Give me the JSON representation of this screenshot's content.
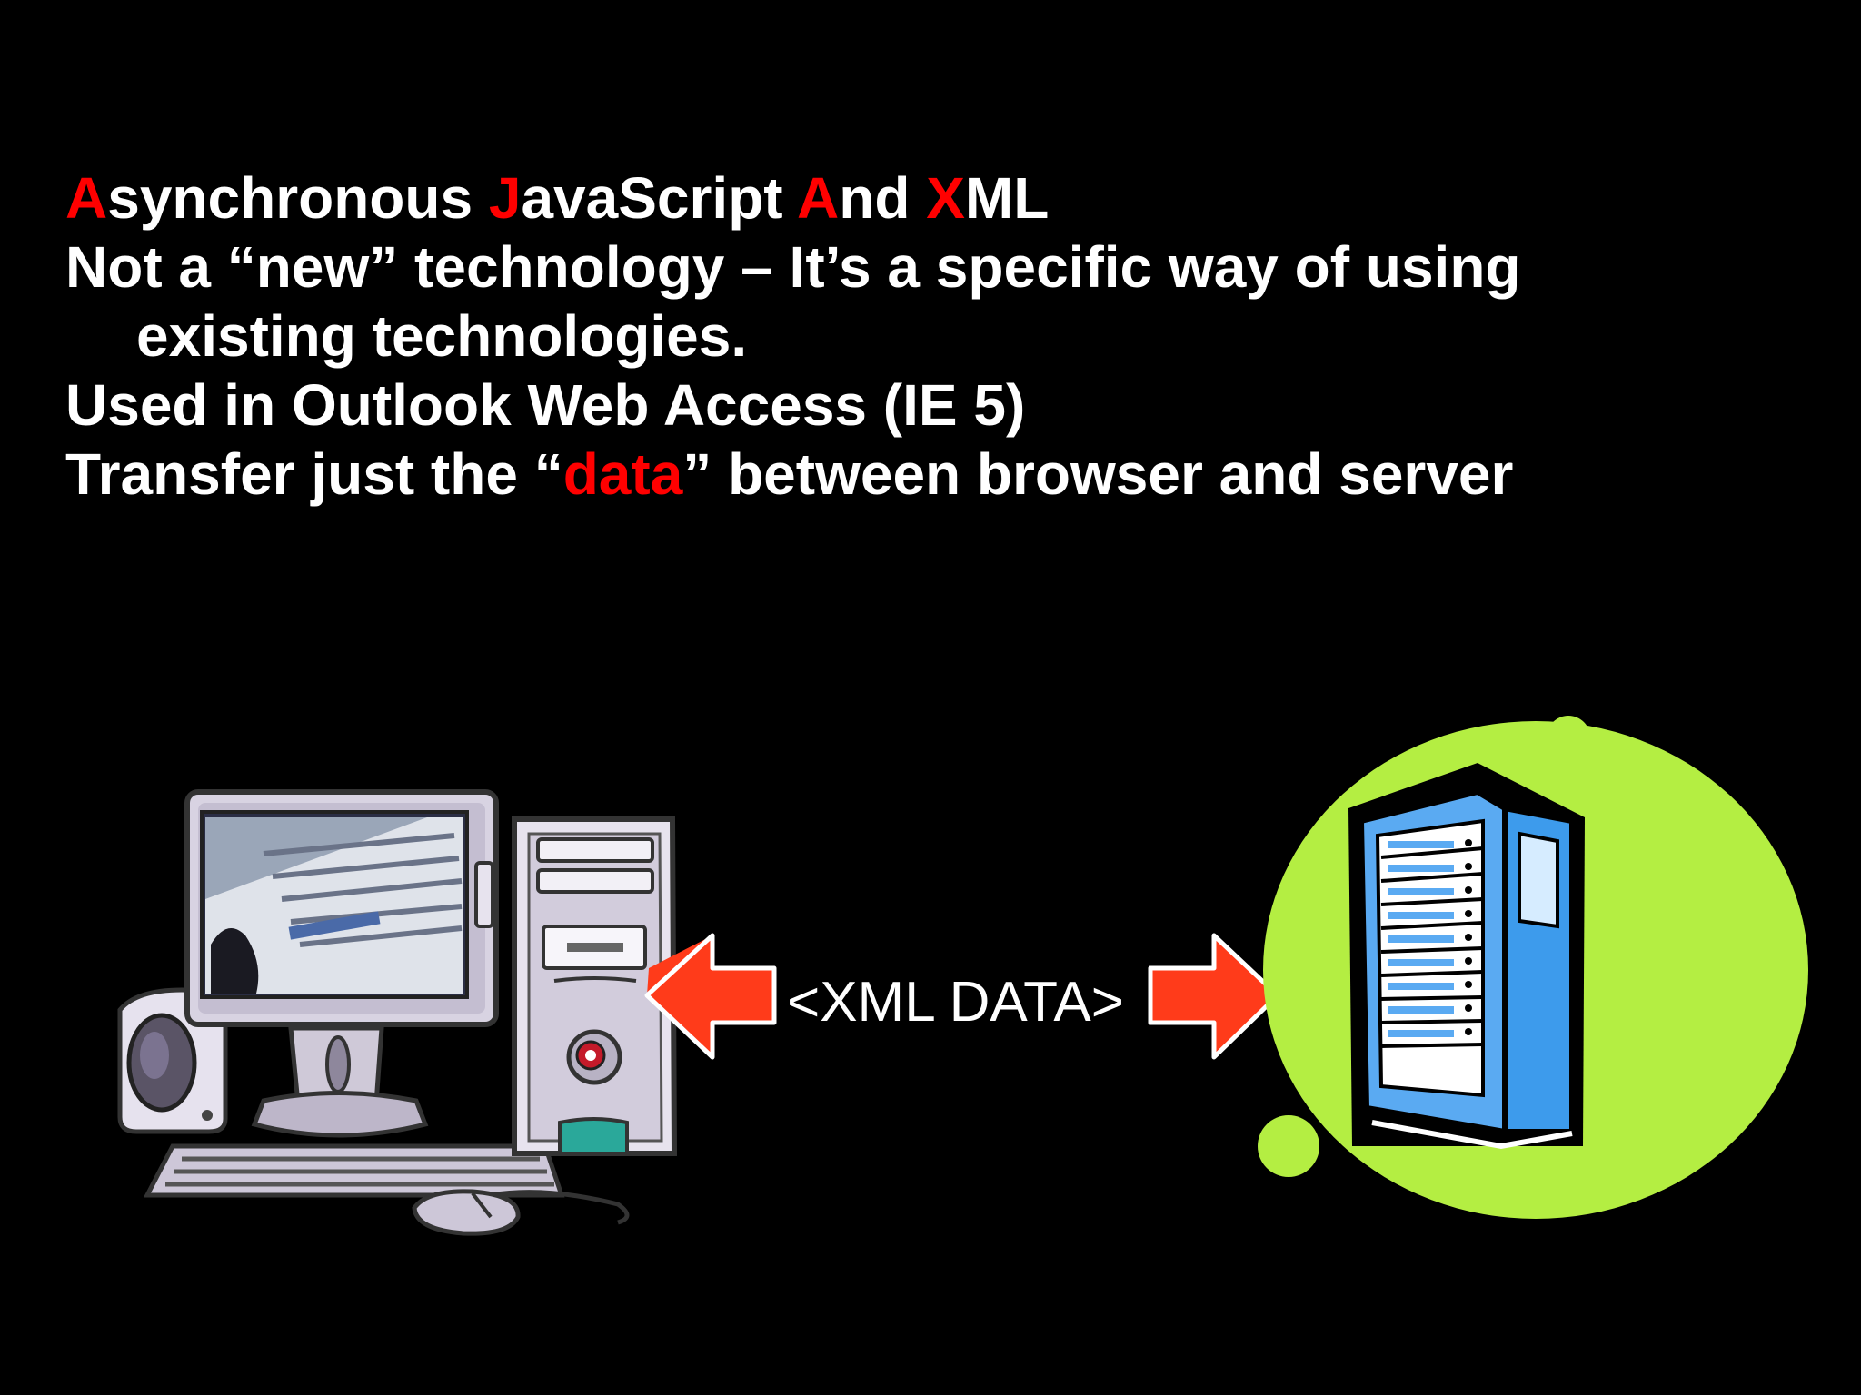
{
  "slide": {
    "background": "#000000",
    "text_color": "#ffffff",
    "highlight_color": "#ff0000",
    "arrow_color": "#ff3b1a",
    "bubble_color": "#b4ee42",
    "server_color": "#3d9bec",
    "bullets": {
      "line1": {
        "p1": "A",
        "p2": "synchronous ",
        "p3": "J",
        "p4": "avaScript ",
        "p5": "A",
        "p6": "nd ",
        "p7": "X",
        "p8": "ML"
      },
      "line2": "Not a “new” technology – It’s a specific way of using",
      "line3": "existing technologies.",
      "line4": "Used in Outlook Web Access (IE 5)",
      "line5": {
        "pre": "Transfer just the “",
        "hl": "data",
        "post": "” between browser and server"
      }
    },
    "diagram": {
      "label": "<XML DATA>",
      "left_icon": "desktop-computer-icon",
      "right_icon": "server-rack-icon"
    }
  }
}
